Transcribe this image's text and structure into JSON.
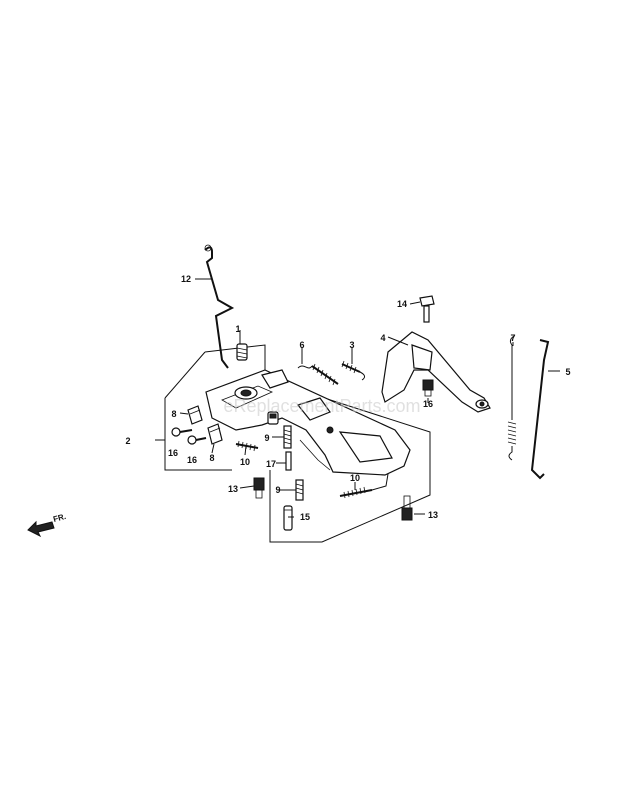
{
  "watermark": "eReplacementParts.com",
  "direction_label": "FR.",
  "callouts": [
    {
      "id": "c1",
      "text": "1"
    },
    {
      "id": "c2",
      "text": "2"
    },
    {
      "id": "c3",
      "text": "3"
    },
    {
      "id": "c4",
      "text": "4"
    },
    {
      "id": "c5",
      "text": "5"
    },
    {
      "id": "c6",
      "text": "6"
    },
    {
      "id": "c7",
      "text": "7"
    },
    {
      "id": "c8a",
      "text": "8"
    },
    {
      "id": "c8b",
      "text": "8"
    },
    {
      "id": "c9a",
      "text": "9"
    },
    {
      "id": "c9b",
      "text": "9"
    },
    {
      "id": "c10a",
      "text": "10"
    },
    {
      "id": "c10b",
      "text": "10"
    },
    {
      "id": "c12",
      "text": "12"
    },
    {
      "id": "c13a",
      "text": "13"
    },
    {
      "id": "c13b",
      "text": "13"
    },
    {
      "id": "c14",
      "text": "14"
    },
    {
      "id": "c15",
      "text": "15"
    },
    {
      "id": "c16a",
      "text": "16"
    },
    {
      "id": "c16b",
      "text": "16"
    },
    {
      "id": "c16c",
      "text": "16"
    },
    {
      "id": "c17",
      "text": "17"
    }
  ]
}
